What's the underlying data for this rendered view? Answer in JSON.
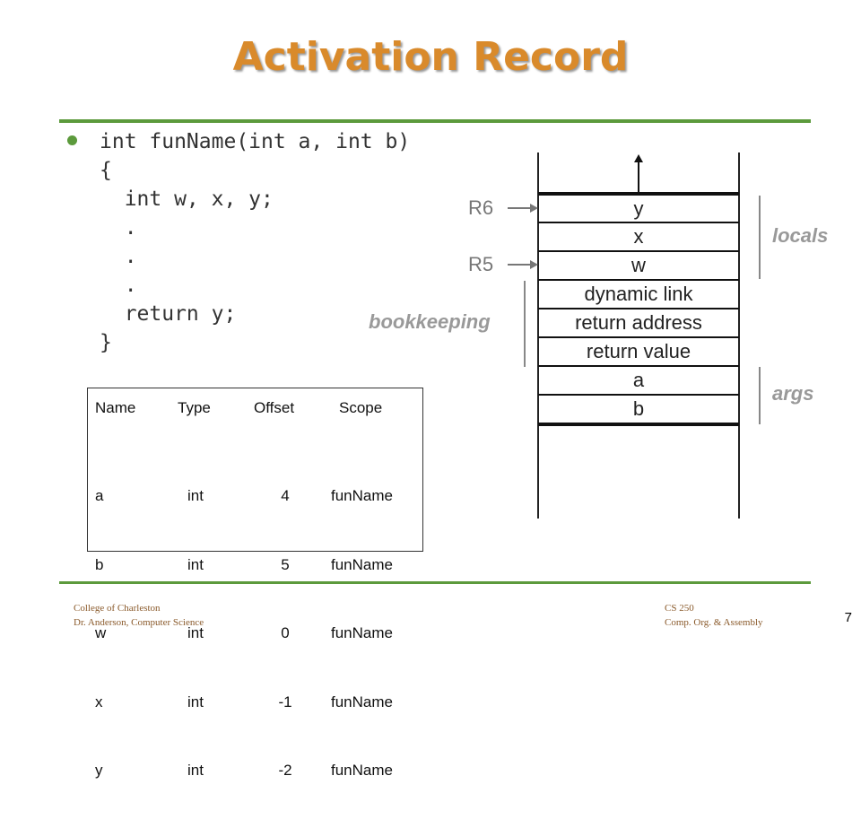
{
  "title": "Activation Record",
  "code": {
    "lines": [
      "int funName(int a, int b)",
      "{",
      "  int w, x, y;",
      "  .",
      "  .",
      "  .",
      "  return y;",
      "}"
    ]
  },
  "symbol_table": {
    "headers": [
      "Name",
      "Type",
      "Offset",
      "Scope"
    ],
    "rows": [
      {
        "name": "a",
        "type": "int",
        "offset": "4",
        "scope": "funName"
      },
      {
        "name": "b",
        "type": "int",
        "offset": "5",
        "scope": "funName"
      },
      {
        "name": "w",
        "type": "int",
        "offset": "0",
        "scope": "funName"
      },
      {
        "name": "x",
        "type": "int",
        "offset": "-1",
        "scope": "funName"
      },
      {
        "name": "y",
        "type": "int",
        "offset": "-2",
        "scope": "funName"
      }
    ]
  },
  "stack": {
    "cells": [
      "y",
      "x",
      "w",
      "dynamic link",
      "return address",
      "return value",
      "a",
      "b"
    ],
    "registers": {
      "r6": "R6",
      "r5": "R5"
    },
    "groups": {
      "locals": "locals",
      "bookkeeping": "bookkeeping",
      "args": "args"
    }
  },
  "footer": {
    "left_line1": "College of Charleston",
    "left_line2": "Dr. Anderson, Computer Science",
    "right_line1": "CS 250",
    "right_line2": "Comp. Org. & Assembly",
    "slide_number": "7"
  }
}
